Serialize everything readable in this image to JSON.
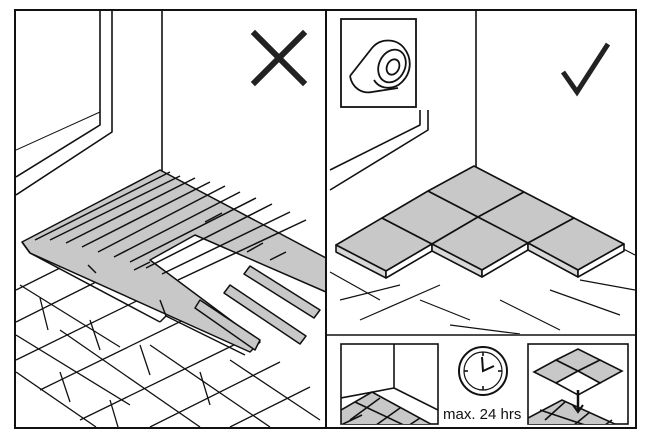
{
  "illustration": {
    "left_panel": {
      "verdict_icon": "cross-icon",
      "scene": "planks-on-tiled-floor"
    },
    "right_panel": {
      "verdict_icon": "check-icon",
      "tool_icon": "tape-roll-icon",
      "scene": "tiles-on-floor"
    },
    "bottom_strip": {
      "steps": [
        "floor-corner",
        "clock-icon",
        "tiles-lift"
      ],
      "time_label": "max. 24 hrs"
    }
  },
  "colors": {
    "stroke": "#111111",
    "fill_gray": "#c8c8c8",
    "background": "#ffffff"
  }
}
